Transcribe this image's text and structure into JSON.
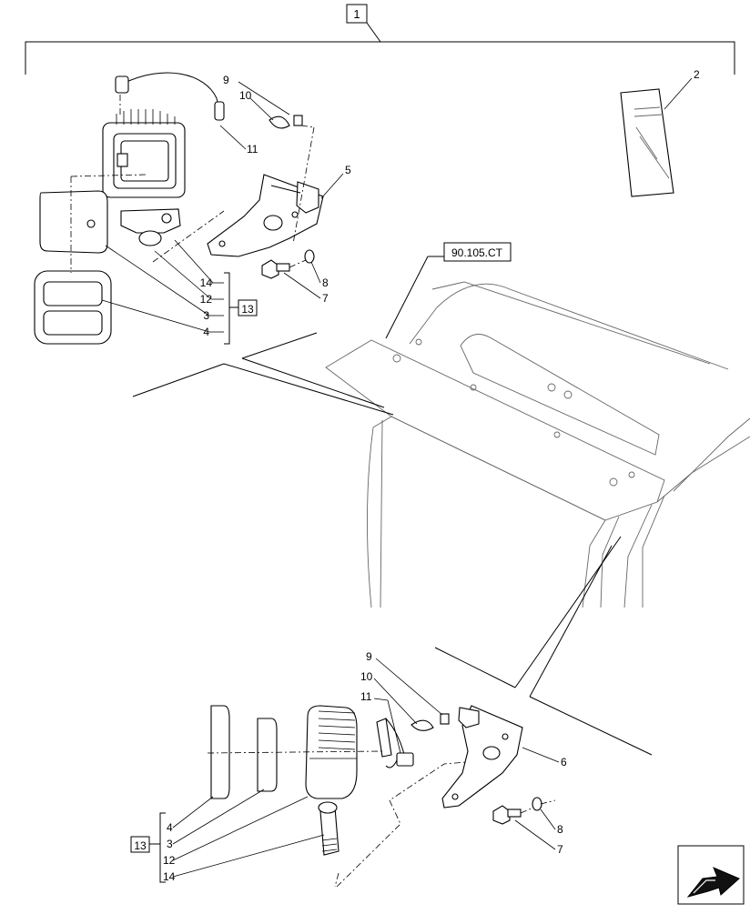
{
  "diagram": {
    "top_ref": "1",
    "cab_ref": "90.105.CT",
    "kit_ref": "13",
    "top_callouts": [
      "9",
      "10",
      "11",
      "5",
      "2",
      "14",
      "12",
      "3",
      "4",
      "8",
      "7"
    ],
    "bottom_callouts": [
      "9",
      "10",
      "11",
      "6",
      "4",
      "3",
      "12",
      "14",
      "8",
      "7"
    ]
  },
  "icons": {
    "nav": "next-page-arrow-icon"
  }
}
